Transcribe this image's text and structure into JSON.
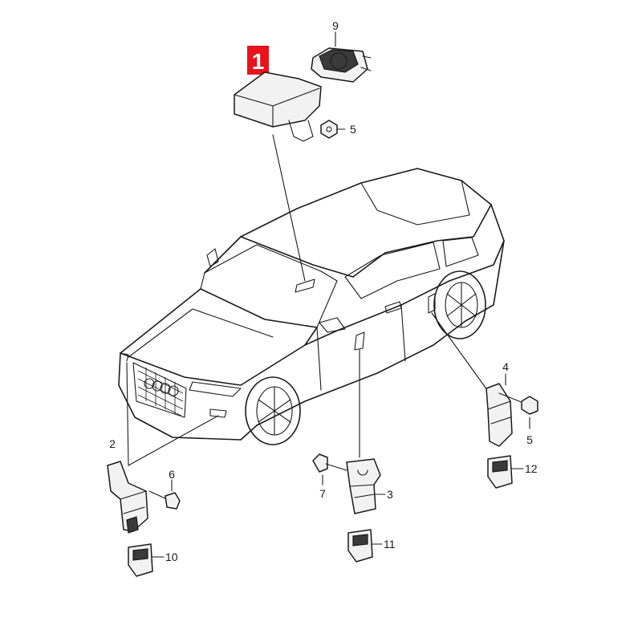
{
  "highlight": {
    "label": "1",
    "color": "#e8141b"
  },
  "callouts": {
    "c2": "2",
    "c3": "3",
    "c4": "4",
    "c5a": "5",
    "c5b": "5",
    "c6": "6",
    "c7": "7",
    "c9": "9",
    "c10": "10",
    "c11": "11",
    "c12": "12"
  },
  "icons": [
    "airbag-control-unit-icon",
    "car-body-icon",
    "crash-sensor-icon",
    "bolt-icon",
    "nut-icon",
    "connector-icon"
  ]
}
